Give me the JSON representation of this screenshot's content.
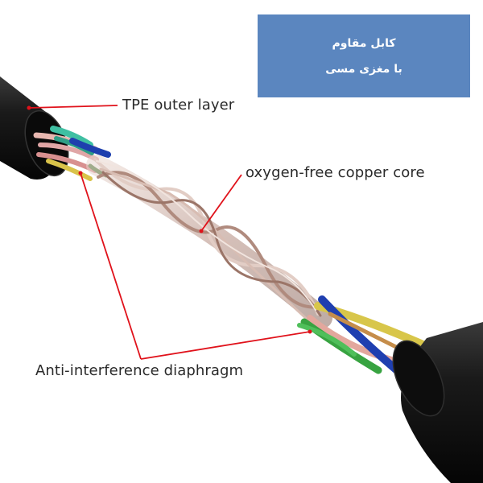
{
  "labels": {
    "outer_layer": "TPE outer layer",
    "core": "oxygen-free copper core",
    "diaphragm": "Anti-interference diaphragm"
  },
  "info_box": {
    "line1": "کابل مقاوم",
    "line2": "با مغزی مسی"
  },
  "colors": {
    "background": "#ffffff",
    "info_box": "#5b86bf",
    "leader_lines": "#e0121b",
    "label_text": "#2a2a2a",
    "cable_jacket": "#141414",
    "copper_braid": "#c9a79a"
  }
}
